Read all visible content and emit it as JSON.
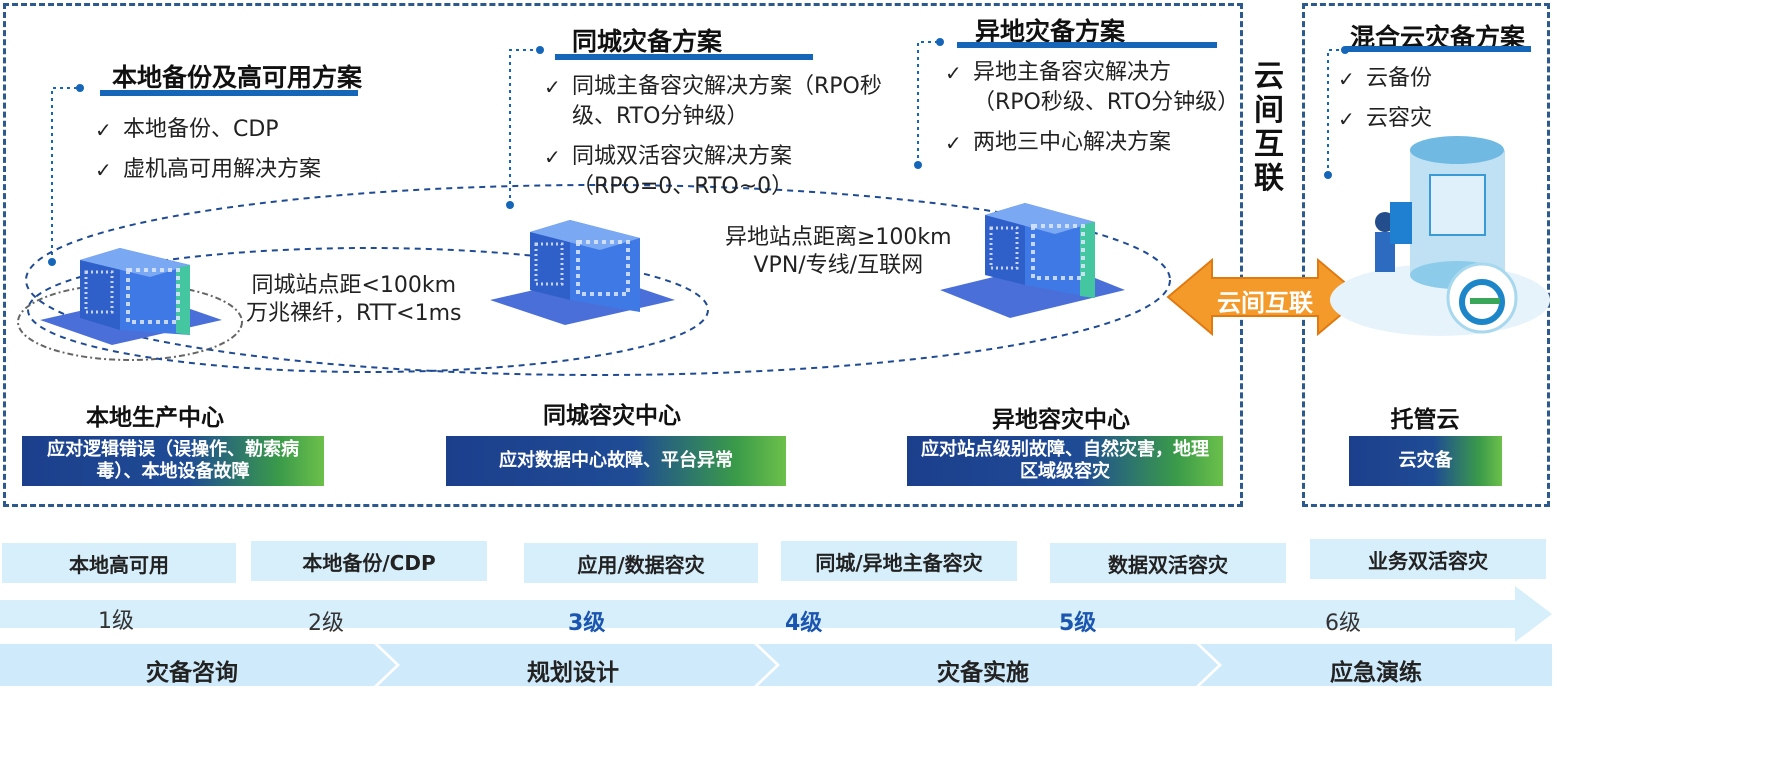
{
  "sections": {
    "local": {
      "title": "本地备份及高可用方案",
      "items": [
        "本地备份、CDP",
        "虚机高可用解决方案"
      ]
    },
    "same_city": {
      "title": "同城灾备方案",
      "items": [
        "同城主备容灾解决方案（RPO秒级、RTO分钟级）",
        "同城双活容灾解决方案（RPO=0、RTO~0）"
      ]
    },
    "remote": {
      "title": "异地灾备方案",
      "items": [
        "异地主备容灾解决方（RPO秒级、RTO分钟级）",
        "两地三中心解决方案"
      ]
    },
    "hybrid": {
      "title": "混合云灾备方案",
      "items": [
        "云备份",
        "云容灾"
      ]
    }
  },
  "check_mark": "✓",
  "vertical_title": "云间互联",
  "network": {
    "same_city": {
      "line1": "同城站点距<100km",
      "line2": "万兆裸纤，RTT<1ms"
    },
    "remote": {
      "line1": "异地站点距离≥100km",
      "line2": "VPN/专线/互联网"
    },
    "cloud_arrow": "云间互联"
  },
  "centers": [
    {
      "name": "本地生产中心",
      "desc": "应对逻辑错误（误操作、勒索病毒）、本地设备故障"
    },
    {
      "name": "同城容灾中心",
      "desc": "应对数据中心故障、平台异常"
    },
    {
      "name": "异地容灾中心",
      "desc": "应对站点级别故障、自然灾害，地理区域级容灾"
    },
    {
      "name": "托管云",
      "desc": "云灾备"
    }
  ],
  "levels": [
    {
      "label": "本地高可用",
      "num": "1级",
      "highlight": false
    },
    {
      "label": "本地备份/CDP",
      "num": "2级",
      "highlight": false
    },
    {
      "label": "应用/数据容灾",
      "num": "3级",
      "highlight": true
    },
    {
      "label": "同城/异地主备容灾",
      "num": "4级",
      "highlight": true
    },
    {
      "label": "数据双活容灾",
      "num": "5级",
      "highlight": true
    },
    {
      "label": "业务双活容灾",
      "num": "6级",
      "highlight": false
    }
  ],
  "phases": [
    "灾备咨询",
    "规划设计",
    "灾备实施",
    "应急演练"
  ],
  "colors": {
    "accent": "#1565b8",
    "frame": "#2d5a8e",
    "arrow": "#f39a2b",
    "level_bg": "#d7eefb",
    "phase_bg": "#cfeafa"
  }
}
